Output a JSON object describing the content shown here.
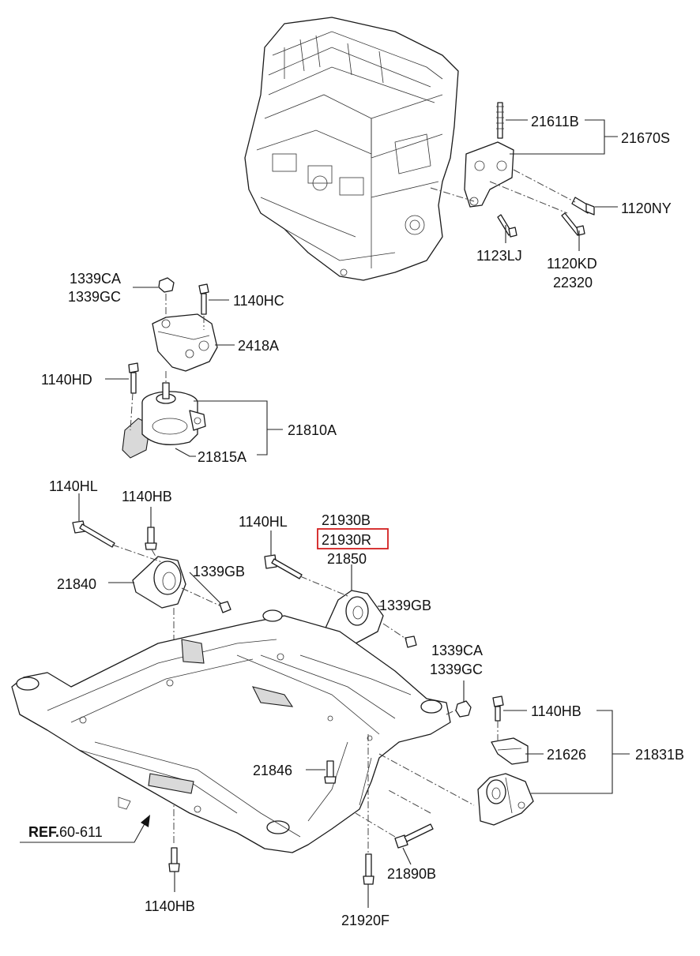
{
  "labels": {
    "p21611B": "21611B",
    "p21670S": "21670S",
    "p1120NY": "1120NY",
    "p1123LJ": "1123LJ",
    "p1120KD": "1120KD",
    "p22320": "22320",
    "p1339CA_top": "1339CA",
    "p1339GC_top": "1339GC",
    "p1140HC": "1140HC",
    "p2418A": "2418A",
    "p1140HD": "1140HD",
    "p21810A": "21810A",
    "p21815A": "21815A",
    "p1140HL_left": "1140HL",
    "p1140HB_upper": "1140HB",
    "p1140HL_mid": "1140HL",
    "p21930B": "21930B",
    "p21930R": "21930R",
    "p21850": "21850",
    "p21840": "21840",
    "p1339GB_left": "1339GB",
    "p1339GB_right": "1339GB",
    "p1339CA_right": "1339CA",
    "p1339GC_right": "1339GC",
    "p1140HB_right": "1140HB",
    "p21626": "21626",
    "p21831B": "21831B",
    "p21846": "21846",
    "ref_prefix": "REF.",
    "ref_number": "60-611",
    "p1140HB_bottom": "1140HB",
    "p21890B": "21890B",
    "p21920F": "21920F"
  },
  "highlight_color": "#d31f1f",
  "highlighted_part": "21930R"
}
